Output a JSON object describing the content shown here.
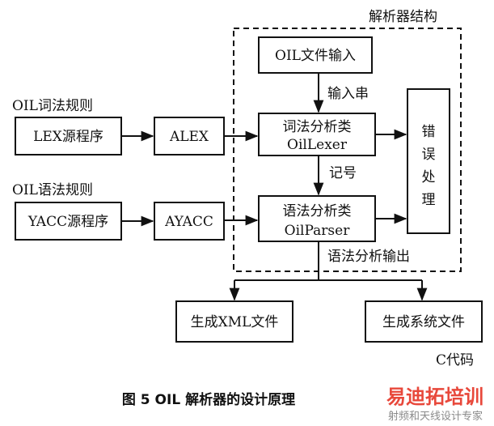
{
  "diagram": {
    "parser_structure_label": "解析器结构",
    "oil_lexical_rules_label": "OIL词法规则",
    "oil_grammar_rules_label": "OIL语法规则",
    "lex_source_label": "LEX源程序",
    "yacc_source_label": "YACC源程序",
    "alex_label": "ALEX",
    "ayacc_label": "AYACC",
    "oil_file_input_label": "OIL文件输入",
    "input_string_label": "输入串",
    "lexer_class_line1": "词法分析类",
    "lexer_class_line2": "OilLexer",
    "token_label": "记号",
    "parser_class_line1": "语法分析类",
    "parser_class_line2": "OilParser",
    "error_handling_chars": [
      "错",
      "误",
      "处",
      "理"
    ],
    "parse_output_label": "语法分析输出",
    "generate_xml_label": "生成XML文件",
    "generate_system_label": "生成系统文件",
    "c_code_label": "C代码"
  },
  "caption": "图 5   OIL 解析器的设计原理",
  "watermark": {
    "brand": "易迪拓培训",
    "tagline": "射频和天线设计专家"
  }
}
